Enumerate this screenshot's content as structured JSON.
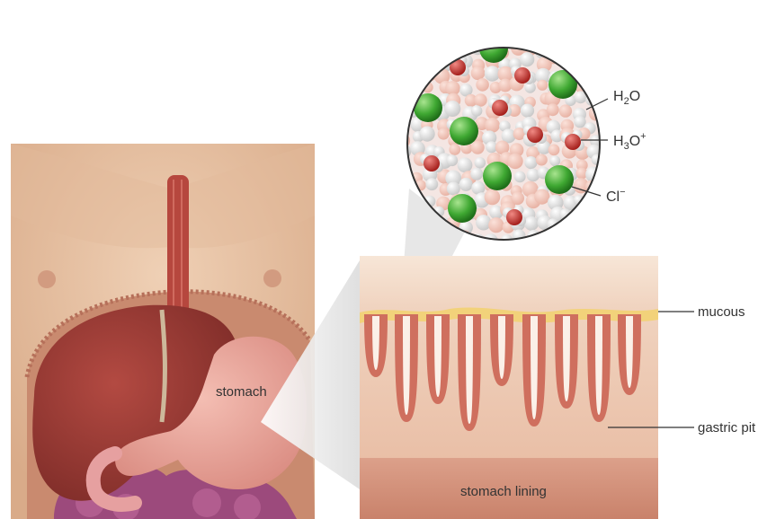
{
  "labels": {
    "stomach": "stomach",
    "h2o_main": "H",
    "h2o_sub": "2",
    "h2o_tail": "O",
    "h3o_main": "H",
    "h3o_sub": "3",
    "h3o_tail": "O",
    "h3o_sup": "+",
    "cl_main": "Cl",
    "cl_sup": "−",
    "mucous": "mucous",
    "gastric_pit": "gastric pit",
    "stomach_lining": "stomach lining"
  },
  "colors": {
    "skin": "#e7c2a4",
    "liver": "#9b3b35",
    "stomach": "#e9a39a",
    "tissue": "#e7b599",
    "mucous": "#f3d67f",
    "chloride": "#4caf3e",
    "oxygen": "#c8322e",
    "hydrogen": "#f4f4f4"
  }
}
